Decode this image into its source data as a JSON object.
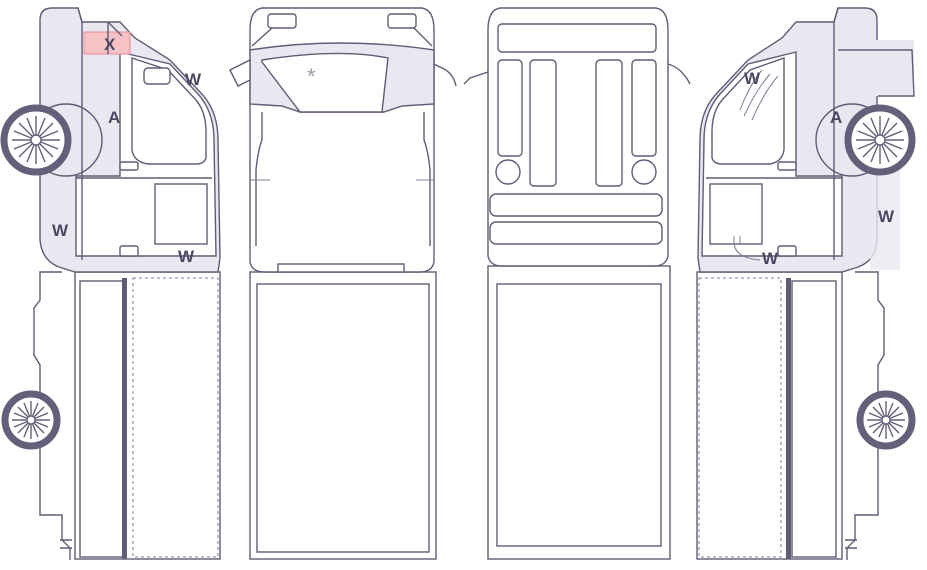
{
  "diagram": {
    "views": [
      "left-side",
      "front",
      "rear",
      "right-side"
    ],
    "colors": {
      "outline": "#5f5d76",
      "shaded_area": "#e9e8f1",
      "marked_damage": "#f6c2c6",
      "marker_text": "#4a4963",
      "asterisk": "#9a98ad"
    },
    "markers": {
      "scratch": "X",
      "window": "W",
      "accident": "A",
      "star": "*"
    }
  }
}
